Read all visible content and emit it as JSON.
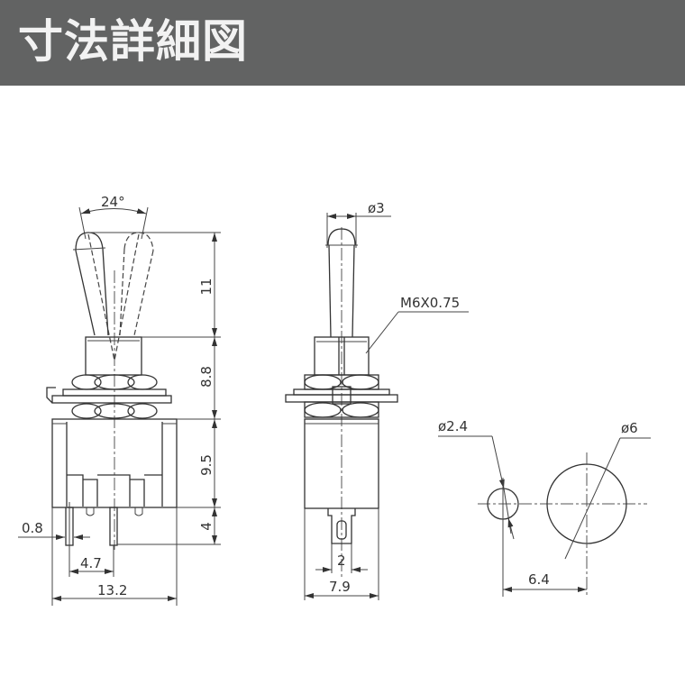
{
  "header": {
    "title": "寸法詳細図",
    "background_color": "#626363",
    "text_color": "#f2f2f2"
  },
  "front_view": {
    "angle_label": "24°",
    "dimensions": {
      "lever_height": "11",
      "bushing_height": "8.8",
      "body_height": "9.5",
      "terminal_length": "4",
      "terminal_width": "0.8",
      "terminal_pitch": "4.7",
      "body_width": "13.2"
    }
  },
  "side_view": {
    "lever_diameter": "ø3",
    "thread_spec": "M6X0.75",
    "terminal_width": "2",
    "body_width": "7.9"
  },
  "panel_cutout": {
    "small_hole": "ø2.4",
    "large_hole": "ø6",
    "hole_spacing": "6.4"
  }
}
